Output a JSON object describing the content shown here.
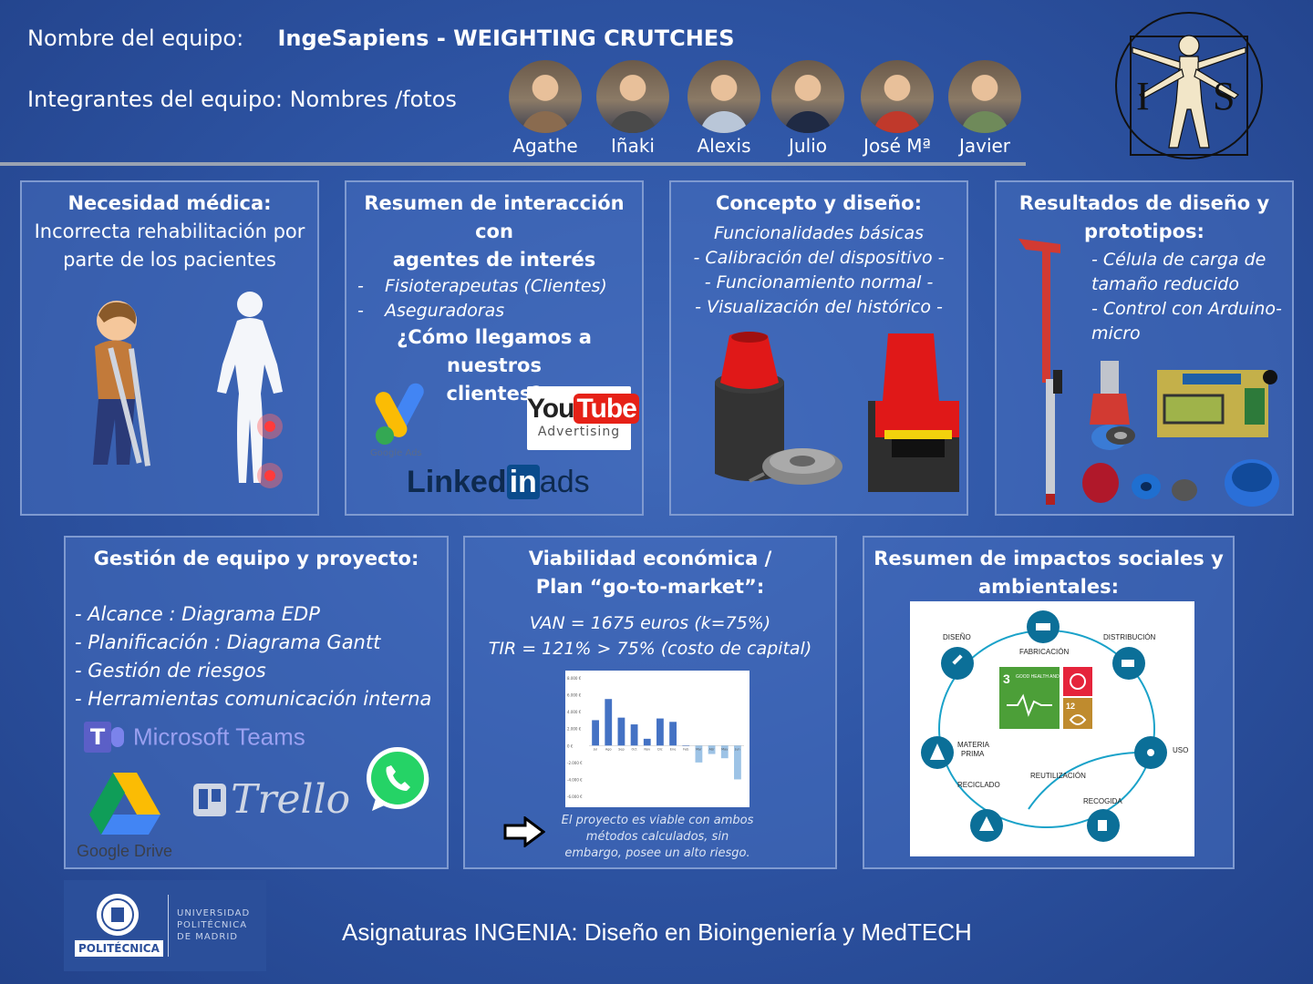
{
  "header": {
    "team_label": "Nombre del equipo:",
    "team_name": "IngeSapiens - WEIGHTING CRUTCHES",
    "members_label": "Integrantes del equipo: Nombres /fotos",
    "members": [
      {
        "name": "Agathe",
        "shirt": "#8a6b4f"
      },
      {
        "name": "Iñaki",
        "shirt": "#4a4a4a"
      },
      {
        "name": "Alexis",
        "shirt": "#b9c6d8"
      },
      {
        "name": "Julio",
        "shirt": "#1f2a44"
      },
      {
        "name": "José Mª",
        "shirt": "#c0392b"
      },
      {
        "name": "Javier",
        "shirt": "#6f8a5a"
      }
    ],
    "logo_letters": [
      "I",
      "S"
    ]
  },
  "panels": {
    "medical": {
      "title": "Necesidad médica:",
      "text1": "Incorrecta rehabilitación por",
      "text2": "parte de los pacientes"
    },
    "stakeholders": {
      "title1": "Resumen de interacción con",
      "title2": "agentes de interés",
      "items": [
        "Fisioterapeutas (Clientes)",
        "Aseguradoras"
      ],
      "question1": "¿Cómo llegamos a nuestros",
      "question2": "clientes?",
      "youtube_you": "You",
      "youtube_tube": "Tube",
      "youtube_sub": "Advertising",
      "linkedin_a": "Linked",
      "linkedin_in": "in",
      "linkedin_b": "ads",
      "google_ads": "Google Ads"
    },
    "concept": {
      "title": "Concepto y diseño:",
      "lines": [
        "Funcionalidades básicas",
        "- Calibración del dispositivo -",
        "- Funcionamiento normal -",
        "- Visualización del histórico -"
      ]
    },
    "results": {
      "title1": "Resultados de diseño y",
      "title2": "prototipos:",
      "lines": [
        "- Célula de carga de",
        "tamaño reducido",
        "- Control con Arduino-",
        "micro"
      ]
    },
    "management": {
      "title": "Gestión de equipo y proyecto:",
      "lines": [
        "- Alcance : Diagrama EDP",
        "- Planificación : Diagrama Gantt",
        "- Gestión de riesgos",
        "- Herramientas comunicación interna"
      ],
      "teams": "Microsoft Teams",
      "drive": "Google Drive",
      "trello": "Trello"
    },
    "economics": {
      "title1": "Viabilidad económica /",
      "title2": "Plan “go-to-market”:",
      "van": "VAN = 1675 euros (k=75%)",
      "tir": "TIR = 121% > 75% (costo de capital)",
      "conclusion1": "El proyecto es viable con ambos",
      "conclusion2": "métodos calculados, sin",
      "conclusion3": "embargo, posee un alto riesgo."
    },
    "impacts": {
      "title1": "Resumen de impactos sociales y",
      "title2": "ambientales:",
      "cycle_labels": {
        "diseno": "DISEÑO",
        "fabricacion": "FABRICACIÓN",
        "distribucion": "DISTRIBUCIÓN",
        "uso": "USO",
        "recogida": "RECOGIDA",
        "reutilizacion": "REUTILIZACIÓN",
        "reciclado": "RECICLADO",
        "materia1": "MATERIA",
        "materia2": "PRIMA"
      },
      "sdg3_num": "3",
      "sdg3_text": "GOOD HEALTH AND WELL-BEING",
      "sdg12_num": "12"
    }
  },
  "chart_data": {
    "type": "bar",
    "categories": [
      "Jul",
      "Ago",
      "Sep",
      "Oct",
      "Nov",
      "Dic",
      "Ene",
      "Feb",
      "Mar",
      "Abr",
      "May",
      "Jun"
    ],
    "values": [
      3000,
      5500,
      3300,
      2500,
      800,
      3200,
      2800,
      0,
      -2000,
      -1000,
      -1500,
      -4000
    ],
    "ylim": [
      -6000,
      8000
    ],
    "yticks": [
      "8.000 €",
      "6.000 €",
      "4.000 €",
      "2.000 €",
      "0 €",
      "-2.000 €",
      "-4.000 €",
      "-6.000 €"
    ],
    "colors": [
      "#4472c4",
      "#9dc3e6"
    ]
  },
  "footer": {
    "univ1": "UNIVERSIDAD",
    "univ2": "POLITÉCNICA",
    "univ3": "DE MADRID",
    "upm_badge": "POLITÉCNICA",
    "course": "Asignaturas INGENIA: Diseño en Bioingeniería y MedTECH"
  }
}
